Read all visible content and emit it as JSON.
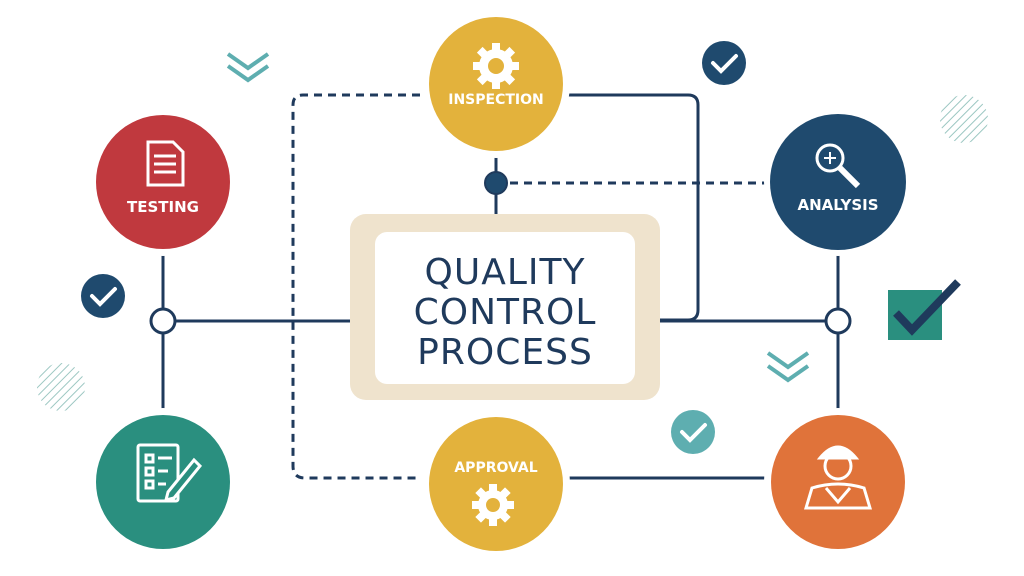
{
  "diagram": {
    "title_lines": [
      "QUALITY",
      "CONTROL",
      "PROCESS"
    ],
    "nodes": {
      "inspection": {
        "label": "INSPECTION",
        "icon": "gear-icon"
      },
      "testing": {
        "label": "TESTING",
        "icon": "document-icon"
      },
      "analysis": {
        "label": "ANALYSIS",
        "icon": "magnifier-icon"
      },
      "approval": {
        "label": "APPROVAL",
        "icon": "gear-icon"
      },
      "checklist": {
        "label": "",
        "icon": "checklist-pencil-icon"
      },
      "inspector": {
        "label": "",
        "icon": "worker-icon"
      }
    }
  },
  "colors": {
    "navy": "#1f3a5c",
    "gold": "#e3b23c",
    "red": "#c0393e",
    "teal": "#2a8f7f",
    "orange": "#e0733a",
    "dark_blue": "#1f4a6e",
    "light_teal": "#8ec9c3",
    "frame_beige": "#efe3cd"
  }
}
